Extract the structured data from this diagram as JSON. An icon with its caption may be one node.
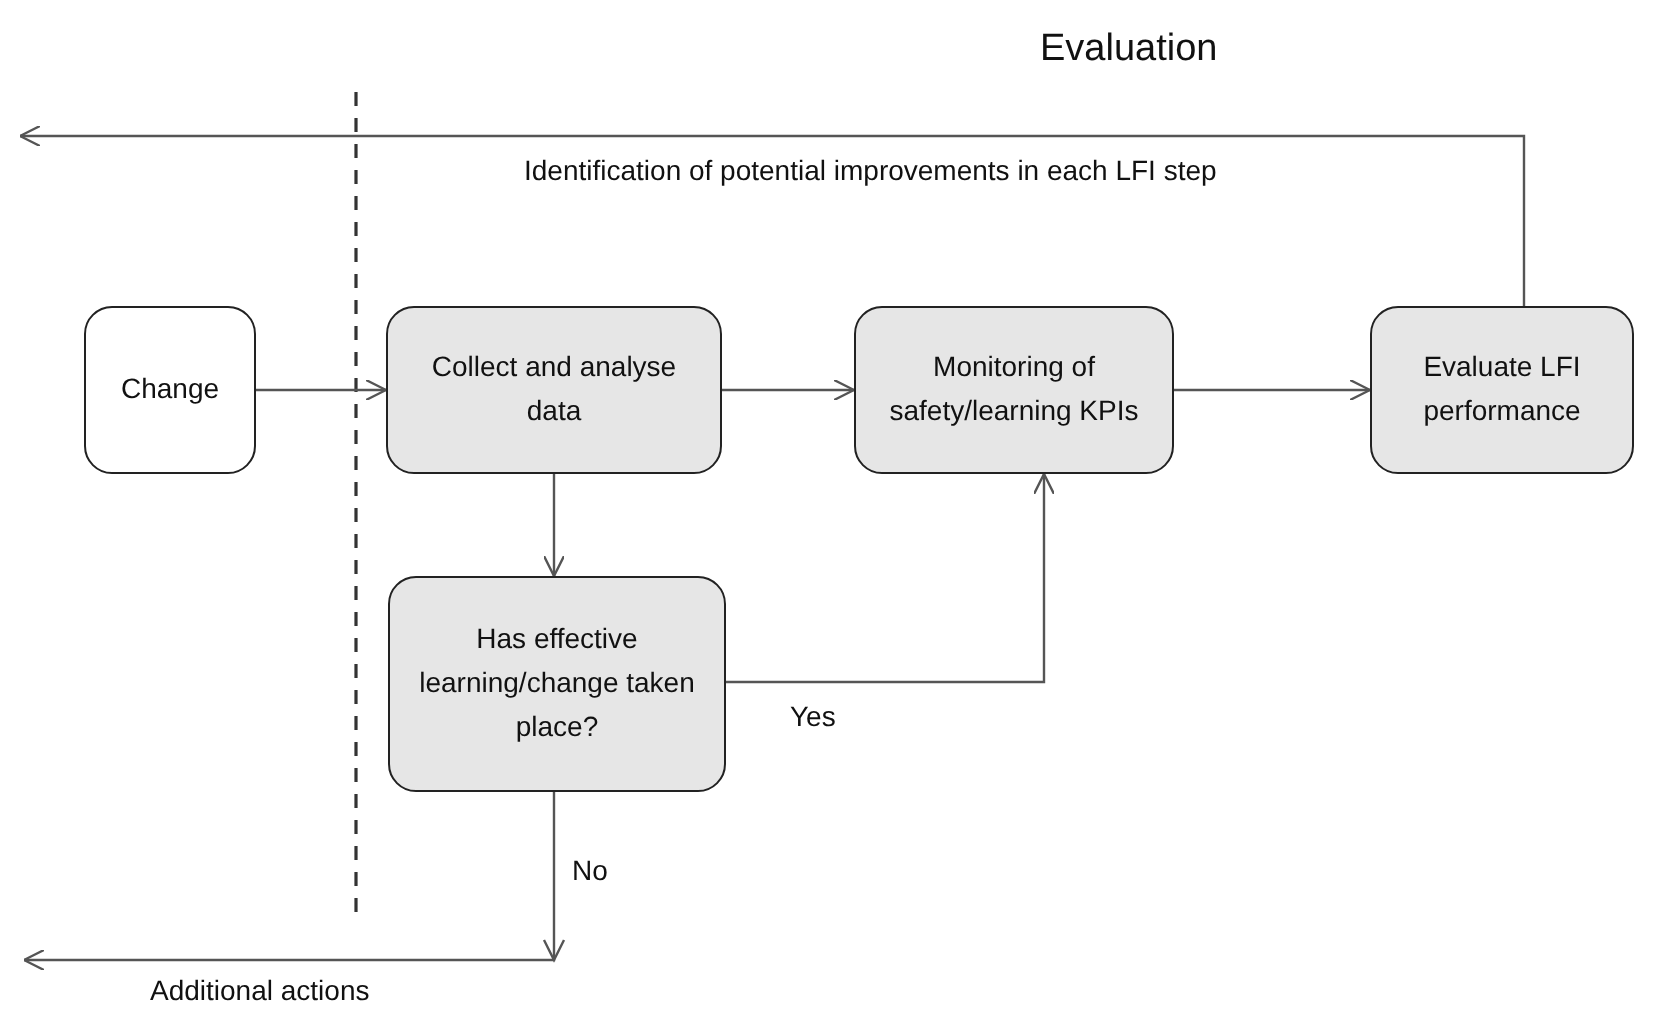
{
  "diagram": {
    "title": "Evaluation",
    "nodes": [
      {
        "text": [
          "Change"
        ]
      },
      {
        "text": [
          "Collect and analyse data"
        ]
      },
      {
        "text": [
          "Monitoring of safety/learning KPIs"
        ]
      },
      {
        "text": [
          "Evaluate LFI performance"
        ]
      },
      {
        "text": [
          "Has effective learning/change taken place?"
        ]
      }
    ],
    "edges": [
      {
        "from": 0,
        "to": 1,
        "arrow": "to"
      },
      {
        "from": 1,
        "to": 2,
        "arrow": "to"
      },
      {
        "from": 2,
        "to": 3,
        "arrow": "to"
      },
      {
        "from": 3,
        "to": null,
        "arrow": "to",
        "label": "Identification of potential improvements in each LFI step"
      },
      {
        "from": 1,
        "to": 4,
        "arrow": "to"
      },
      {
        "from": 4,
        "to": 2,
        "arrow": "to",
        "label": "Yes"
      },
      {
        "from": 4,
        "to": null,
        "arrow": "to",
        "label": "No"
      }
    ],
    "labels": [
      "Additional actions"
    ]
  }
}
